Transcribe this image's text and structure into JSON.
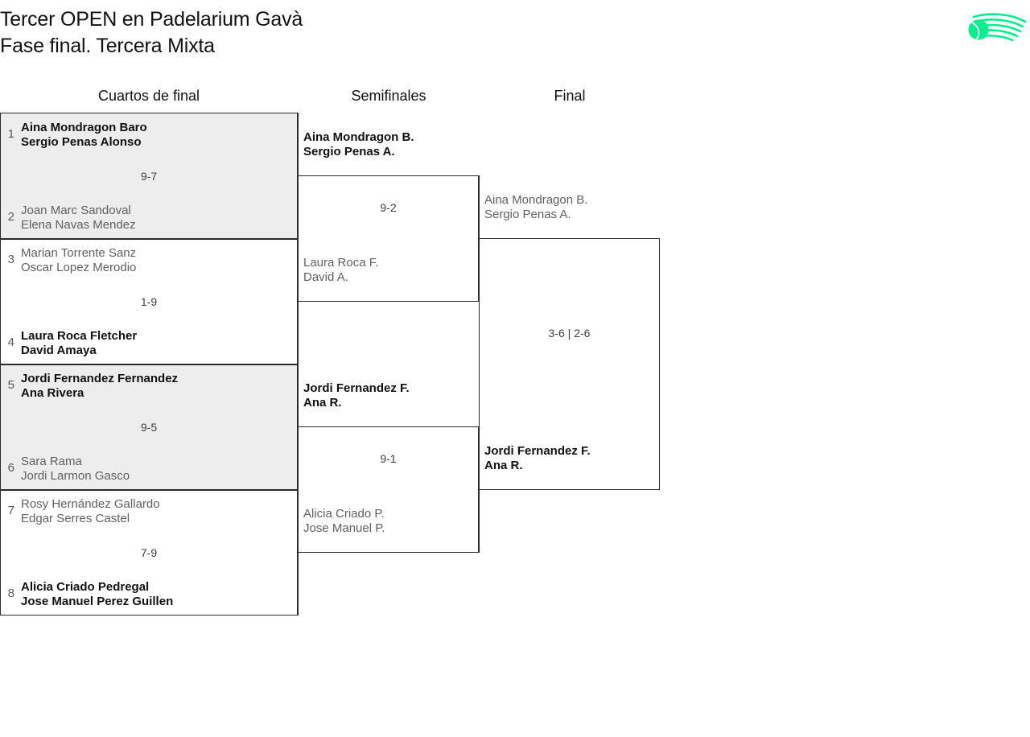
{
  "header": {
    "title_line1": "Tercer OPEN en Padelarium Gavà",
    "title_line2": "Fase final. Tercera Mixta",
    "logo_name": "padel-ball-swoosh-logo",
    "logo_color": "#00F08C"
  },
  "rounds": [
    {
      "id": "quarterfinals",
      "label": "Cuartos de final"
    },
    {
      "id": "semifinals",
      "label": "Semifinales"
    },
    {
      "id": "final",
      "label": "Final"
    }
  ],
  "colors": {
    "shade": "#ededed",
    "line": "#2b2b2b",
    "winner_text": "#111111",
    "loser_text": "#606060",
    "seed_text": "#5a5a5a",
    "score_text": "#3d3d3d"
  },
  "quarterfinals": [
    {
      "score": "9-7",
      "shaded": true,
      "top": {
        "seed": "1",
        "p1": "Aina Mondragon Baro",
        "p2": "Sergio Penas Alonso",
        "result": "winner"
      },
      "bottom": {
        "seed": "2",
        "p1": "Joan Marc Sandoval",
        "p2": "Elena Navas Mendez",
        "result": "loser"
      }
    },
    {
      "score": "1-9",
      "shaded": false,
      "top": {
        "seed": "3",
        "p1": "Marian Torrente Sanz",
        "p2": "Oscar Lopez Merodio",
        "result": "loser"
      },
      "bottom": {
        "seed": "4",
        "p1": "Laura Roca Fletcher",
        "p2": "David Amaya",
        "result": "winner"
      }
    },
    {
      "score": "9-5",
      "shaded": true,
      "top": {
        "seed": "5",
        "p1": "Jordi Fernandez Fernandez",
        "p2": "Ana Rivera",
        "result": "winner"
      },
      "bottom": {
        "seed": "6",
        "p1": "Sara Rama",
        "p2": "Jordi Larmon Gasco",
        "result": "loser"
      }
    },
    {
      "score": "7-9",
      "shaded": false,
      "top": {
        "seed": "7",
        "p1": "Rosy Hernández Gallardo",
        "p2": "Edgar Serres Castel",
        "result": "loser"
      },
      "bottom": {
        "seed": "8",
        "p1": "Alicia Criado Pedregal",
        "p2": "Jose Manuel Perez Guillen",
        "result": "winner"
      }
    }
  ],
  "semifinals": [
    {
      "score": "9-2",
      "top": {
        "p1": "Aina Mondragon B.",
        "p2": "Sergio Penas A.",
        "result": "winner"
      },
      "bottom": {
        "p1": "Laura Roca F.",
        "p2": "David A.",
        "result": "loser"
      }
    },
    {
      "score": "9-1",
      "top": {
        "p1": "Jordi Fernandez F.",
        "p2": "Ana R.",
        "result": "winner"
      },
      "bottom": {
        "p1": "Alicia Criado P.",
        "p2": "Jose Manuel P.",
        "result": "loser"
      }
    }
  ],
  "final": {
    "score": "3-6 | 2-6",
    "top": {
      "p1": "Aina Mondragon B.",
      "p2": "Sergio Penas A.",
      "result": "loser"
    },
    "bottom": {
      "p1": "Jordi Fernandez F.",
      "p2": "Ana R.",
      "result": "winner"
    }
  }
}
